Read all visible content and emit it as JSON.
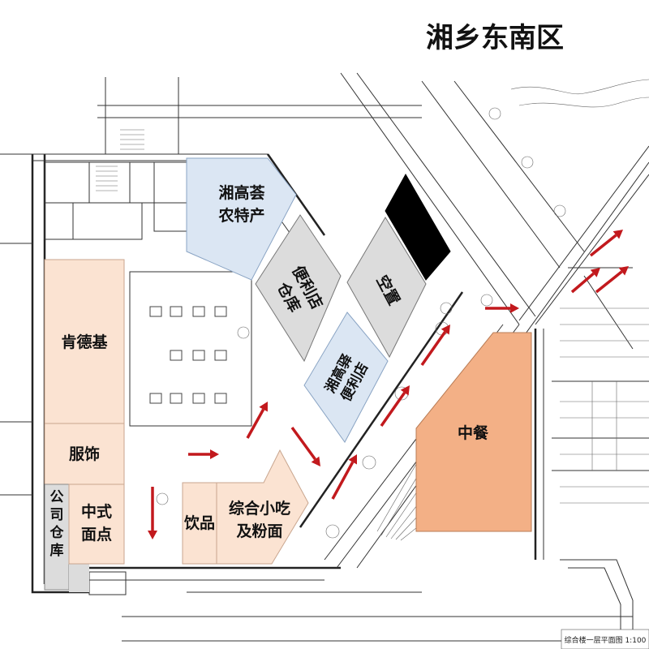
{
  "title": "湘乡东南区",
  "colors": {
    "peach": "#fbe3d2",
    "blue": "#dbe6f3",
    "gray": "#dcdcdc",
    "orange": "#f3b086",
    "black": "#000000",
    "arrow": "#c2191d"
  },
  "zones": {
    "xianggao_produce": [
      "湘高荟",
      "农特产"
    ],
    "store_warehouse": [
      "便利店",
      "仓库"
    ],
    "vacant": "空置",
    "xianggao_store": [
      "湘高驿",
      "便利店"
    ],
    "kfc": "肯德基",
    "clothing": "服饰",
    "company_warehouse": [
      "公",
      "司",
      "仓",
      "库"
    ],
    "noodle_point": [
      "中式",
      "面点"
    ],
    "drinks": "饮品",
    "snacks": [
      "综合小吃",
      "及粉面"
    ],
    "chinese_food": "中餐"
  },
  "caption": "综合楼一层平面图 1:100"
}
